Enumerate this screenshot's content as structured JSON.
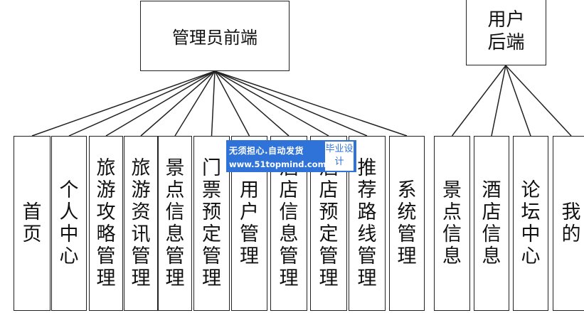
{
  "diagram": {
    "admin_root": "管理员前端",
    "user_root": "用户后端",
    "admin_children": [
      "首页",
      "个人中心",
      "旅游攻略管理",
      "旅游资讯管理",
      "景点信息管理",
      "门票预定管理",
      "用户管理",
      "酒店信息管理",
      "酒店预定管理",
      "推荐路线管理",
      "系统管理"
    ],
    "user_children": [
      "景点信息",
      "酒店信息",
      "论坛中心",
      "我的"
    ]
  },
  "watermark": {
    "main": "无须担心.自动发货",
    "url": "www.51topmind.com",
    "badge": "毕业设计"
  },
  "colors": {
    "line": "#222222",
    "watermark_bg": "#2f73d8"
  }
}
